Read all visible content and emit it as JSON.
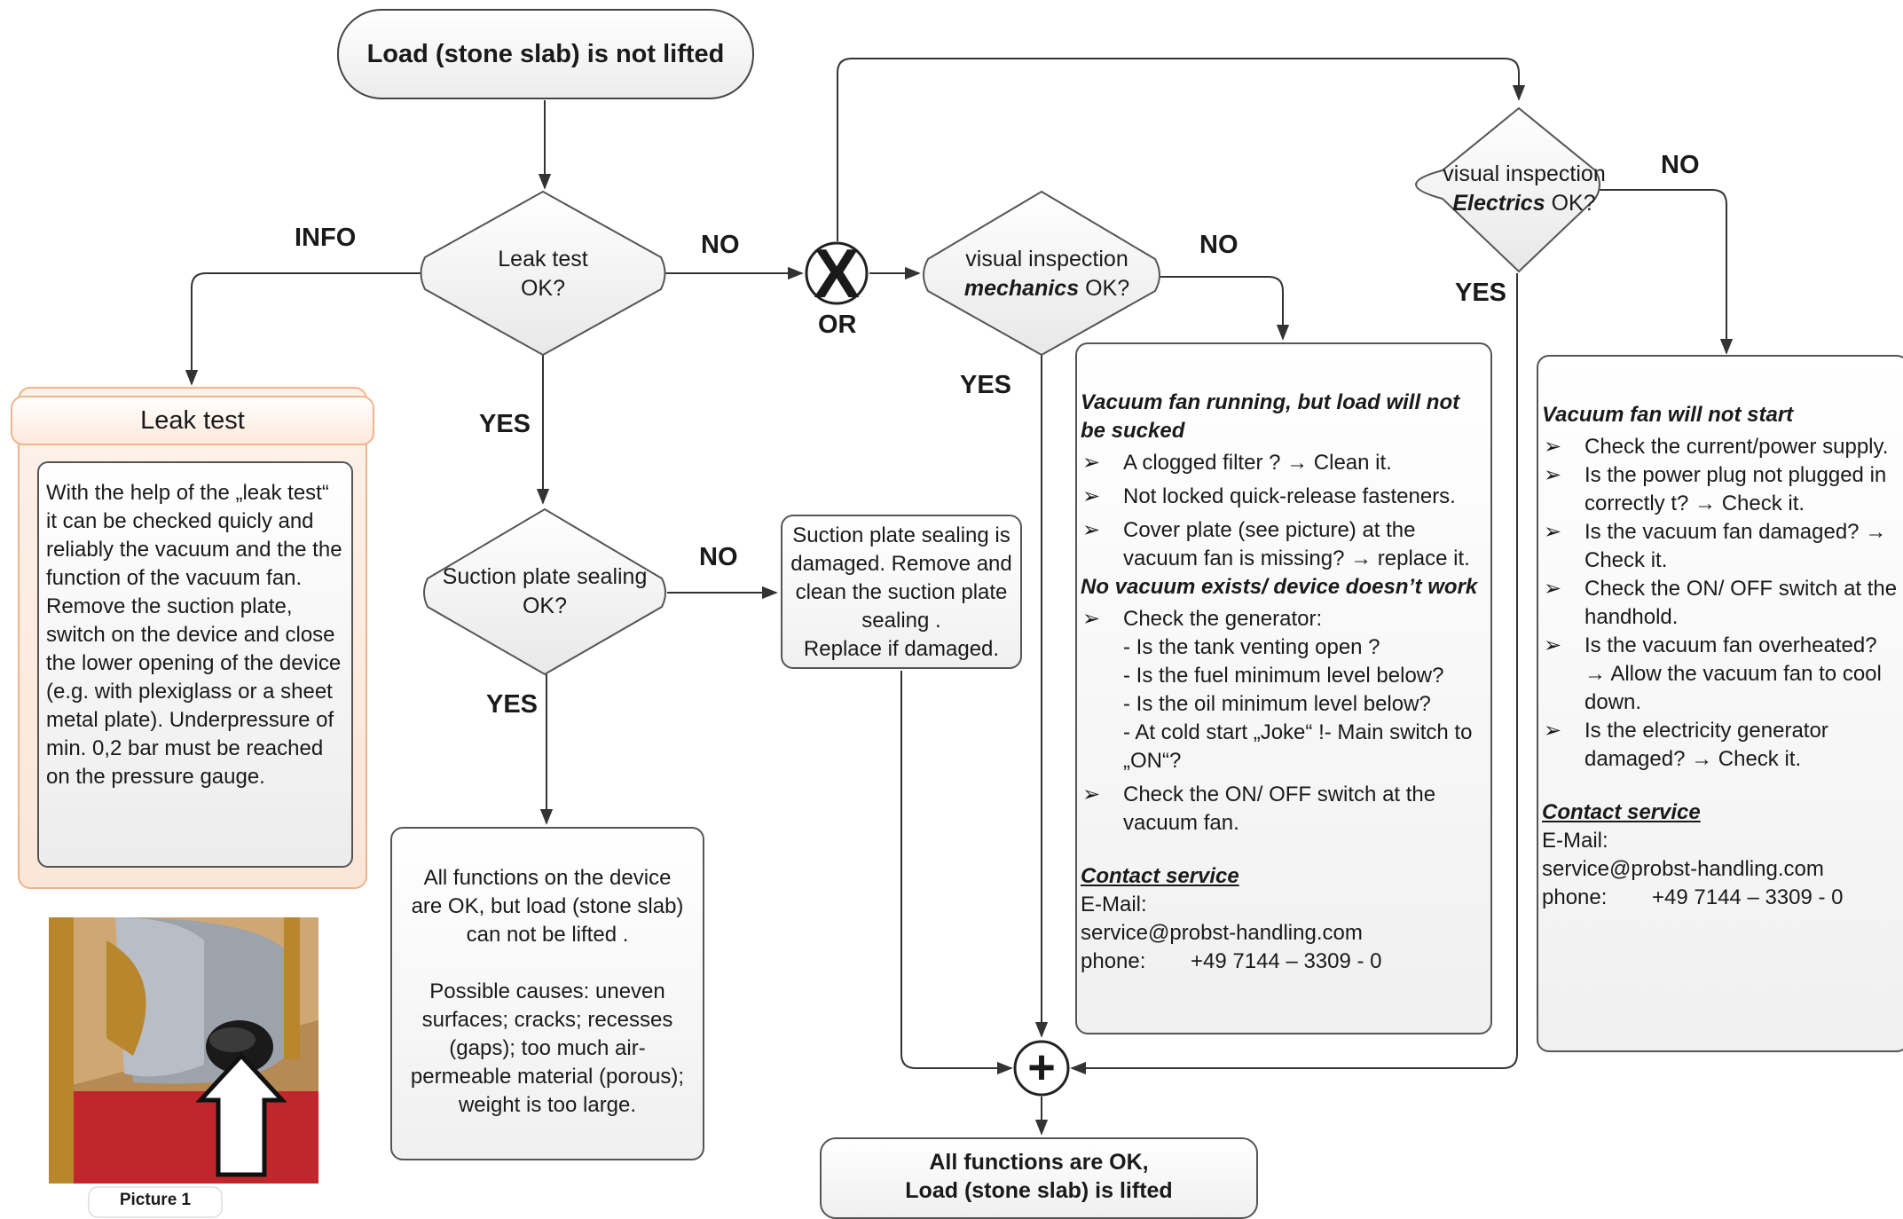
{
  "start": {
    "text": "Load (stone slab) is not lifted"
  },
  "decisions": {
    "leak_test": [
      "Leak test",
      "OK?"
    ],
    "suction_plate": [
      "Suction plate sealing",
      "OK?"
    ],
    "mechanics": [
      "visual inspection",
      "mechanics",
      "OK?"
    ],
    "electrics": [
      "visual inspection",
      "Electrics",
      "OK?"
    ]
  },
  "edge_labels": {
    "info": "INFO",
    "leak_no": "NO",
    "leak_yes": "YES",
    "suction_no": "NO",
    "suction_yes": "YES",
    "mech_no": "NO",
    "mech_yes": "YES",
    "elec_no": "NO",
    "elec_yes": "YES",
    "or": "OR"
  },
  "leak_test_info": {
    "title": "Leak test",
    "body": "With the help of the „leak test“ it can be checked quicly and reliably the vacuum and the the function of the vacuum fan. Remove the suction plate, switch on the device and close the lower opening of the device (e.g. with plexiglass or a sheet metal plate). Underpressure of min. 0,2 bar must be reached on the pressure gauge."
  },
  "picture": {
    "caption": "Picture 1"
  },
  "suction_damaged": {
    "lines": [
      "Suction plate sealing is",
      "damaged. Remove and",
      "clean the suction plate",
      "sealing .",
      "Replace if damaged."
    ]
  },
  "all_ok_not_lifted": {
    "lines": [
      "All functions on the device",
      "are OK, but  load (stone slab)",
      "can not be lifted .",
      "",
      "Possible causes:  uneven",
      "surfaces;  cracks; recesses",
      "(gaps); too much air-",
      "permeable material (porous);",
      "weight is too large."
    ]
  },
  "mechanics_panel": {
    "heading1": "Vacuum fan running, but load will not be sucked",
    "items1": [
      "A clogged filter ? → Clean it.",
      "Not locked quick-release fasteners.",
      "Cover plate (see picture) at the vacuum fan is missing? → replace it."
    ],
    "heading2": "No vacuum exists/ device doesn’t work",
    "generator_item": "Check the generator:",
    "generator_sub": [
      "- Is the tank venting open ?",
      "- Is the fuel minimum level below?",
      "- Is the oil minimum level below?",
      "- At cold start „Joke“ !- Main switch to „ON“?"
    ],
    "items2": [
      "Check the ON/ OFF switch at the vacuum fan."
    ],
    "contact_title": "Contact service",
    "email_label": "E-Mail:",
    "email": "service@probst-handling.com",
    "phone_label": "phone:",
    "phone": "+49 7144 – 3309 - 0"
  },
  "electrics_panel": {
    "heading": "Vacuum fan will not start",
    "items": [
      "Check the current/power supply.",
      "Is the power plug not plugged in correctly t? → Check it.",
      "Is the vacuum fan damaged? → Check it.",
      "Check the ON/ OFF switch at the handhold.",
      "Is the vacuum fan overheated? → Allow the vacuum fan to cool down.",
      "Is the electricity generator damaged? → Check it."
    ],
    "contact_title": "Contact service",
    "email_label": "E-Mail:",
    "email": "service@probst-handling.com",
    "phone_label": "phone:",
    "phone": "+49 7144 – 3309 - 0"
  },
  "end": {
    "lines": [
      "All functions are OK,",
      "Load (stone slab) is lifted"
    ]
  },
  "gateways": {
    "or_symbol": "X",
    "join_symbol": "+"
  },
  "colors": {
    "leak_accent": "#f0b48c",
    "stroke": "#444444",
    "picture_red": "#c0262b"
  }
}
